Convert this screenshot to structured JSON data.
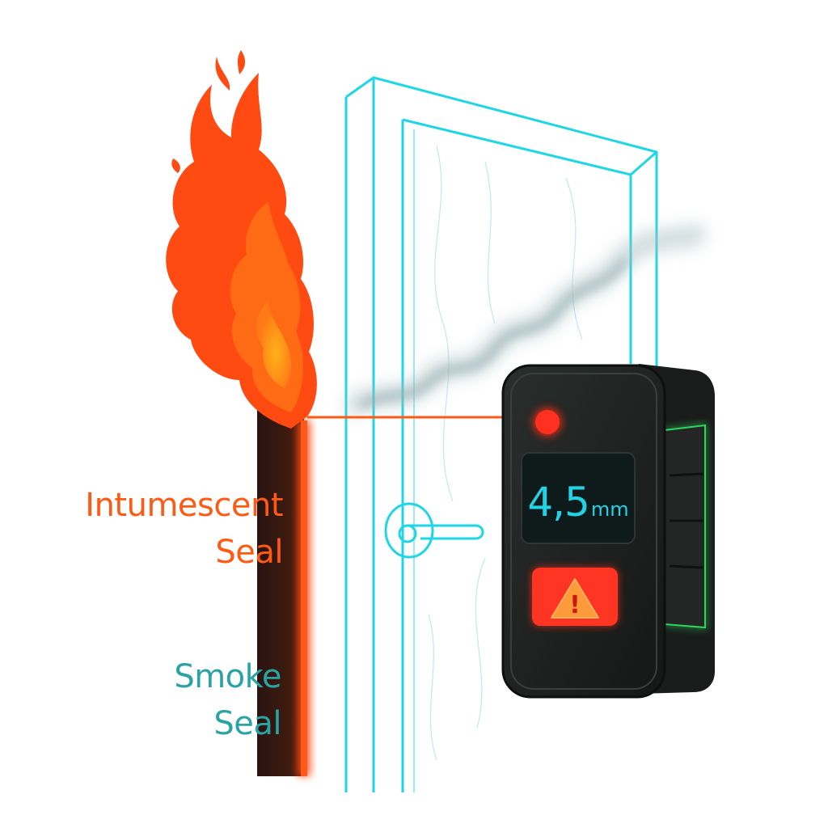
{
  "labels": {
    "intumescent_seal": [
      "Intumescent",
      "Seal"
    ],
    "smoke_seal": [
      "Smoke",
      "Seal"
    ]
  },
  "device": {
    "reading_value": "4,5",
    "reading_unit": "mm",
    "warning_symbol": "!"
  },
  "icons": [
    "flame-icon",
    "smoke-icon",
    "door-handle-icon",
    "warning-triangle-icon",
    "status-led-icon"
  ],
  "colors": {
    "flame": "#ff4a12",
    "flame_core": "#ff9a14",
    "intumescent_label": "#ff5a14",
    "smoke_label": "#2aa3a5",
    "door_outline": "#1ed6e6",
    "device_body": "#1f2221",
    "device_screen_text": "#22d3e6",
    "device_side_accent": "#2bd85a",
    "warning": "#ff2a18",
    "smoke": "#9cb4b8"
  }
}
